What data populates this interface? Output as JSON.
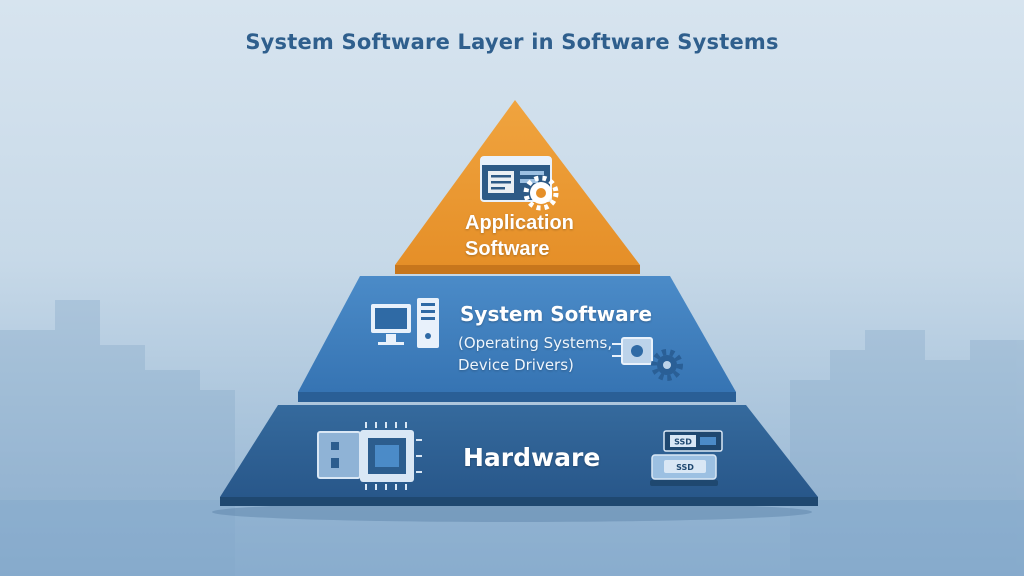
{
  "title": "System Software Layer in Software Systems",
  "layers": {
    "application": {
      "line1": "Application",
      "line2": "Software"
    },
    "system": {
      "title": "System Software",
      "subtitle_line1": "(Operating Systems,",
      "subtitle_line2": "Device Drivers)"
    },
    "hardware": {
      "title": "Hardware"
    }
  },
  "chip_labels": {
    "ssd_top": "SSD",
    "ssd_bottom": "SSD"
  },
  "colors": {
    "application_layer": "#ea9a35",
    "system_layer": "#3f80c0",
    "hardware_layer": "#2c5d8e",
    "title": "#2f5f8d"
  },
  "icons": [
    "window-gear-icon",
    "desktop-computer-icon",
    "server-tower-icon",
    "circuit-gear-icon",
    "cpu-chip-icon",
    "ssd-drive-icon"
  ]
}
